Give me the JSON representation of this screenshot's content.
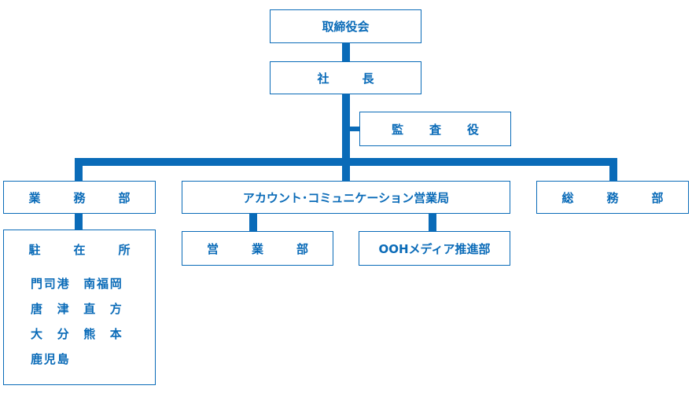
{
  "org_chart": {
    "board": "取締役会",
    "president": "社　長",
    "auditor": "監　査　役",
    "divisions": [
      {
        "label": "業　務　部"
      },
      {
        "label": "アカウント･コミュニケーション営業局"
      },
      {
        "label": "総　務　部"
      }
    ],
    "business_sub": {
      "title": "駐　在　所",
      "offices": [
        "門司港　南福岡",
        "唐　津　直　方",
        "大　分　熊　本",
        "鹿児島"
      ]
    },
    "account_sub": [
      {
        "label": "営　業　部"
      },
      {
        "label": "OOHメディア推進部"
      }
    ]
  },
  "colors": {
    "primary": "#0a6bb8",
    "background": "#ffffff"
  }
}
